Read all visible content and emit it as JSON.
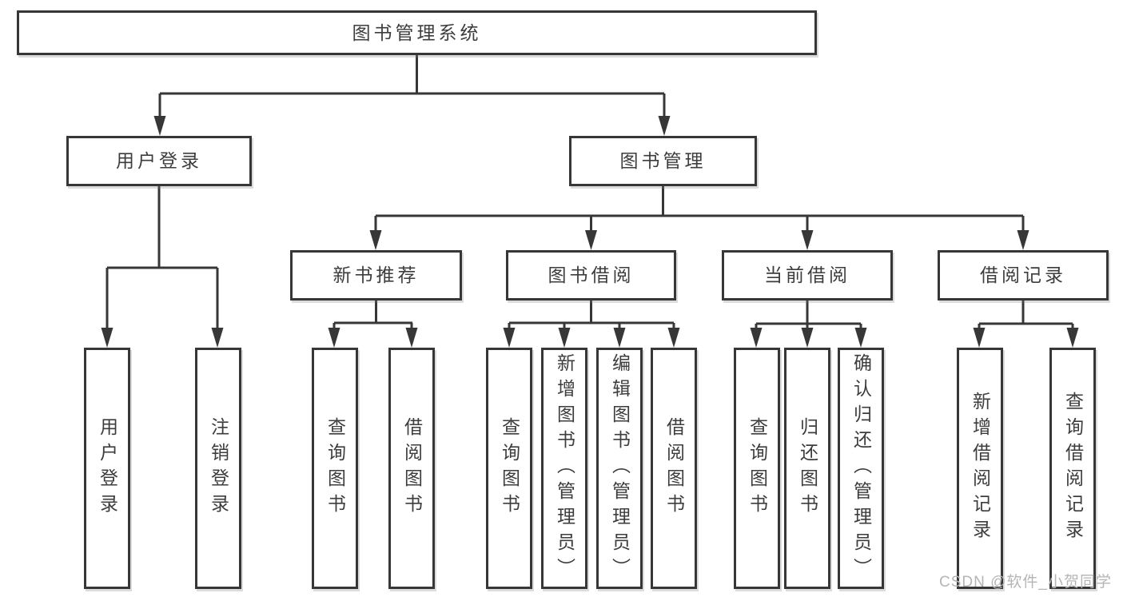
{
  "colors": {
    "line": "#373737",
    "box_border": "#373737",
    "text": "#3d3d3d",
    "background": "#ffffff",
    "watermark_text_color": "#b5b5b5"
  },
  "tree": {
    "root": {
      "label": "图书管理系统"
    },
    "branches": [
      {
        "label": "用户登录",
        "children": [
          {
            "label": "用户登录"
          },
          {
            "label": "注销登录"
          }
        ]
      },
      {
        "label": "图书管理",
        "children": [
          {
            "label": "新书推荐",
            "children": [
              {
                "label": "查询图书"
              },
              {
                "label": "借阅图书"
              }
            ]
          },
          {
            "label": "图书借阅",
            "children": [
              {
                "label": "查询图书"
              },
              {
                "label": "新增图书（管理员）"
              },
              {
                "label": "编辑图书（管理员）"
              },
              {
                "label": "借阅图书"
              }
            ]
          },
          {
            "label": "当前借阅",
            "children": [
              {
                "label": "查询图书"
              },
              {
                "label": "归还图书"
              },
              {
                "label": "确认归还（管理员）"
              }
            ]
          },
          {
            "label": "借阅记录",
            "children": [
              {
                "label": "新增借阅记录"
              },
              {
                "label": "查询借阅记录"
              }
            ]
          }
        ]
      }
    ]
  },
  "watermark": {
    "text": "CSDN @软件_小贺同学"
  }
}
